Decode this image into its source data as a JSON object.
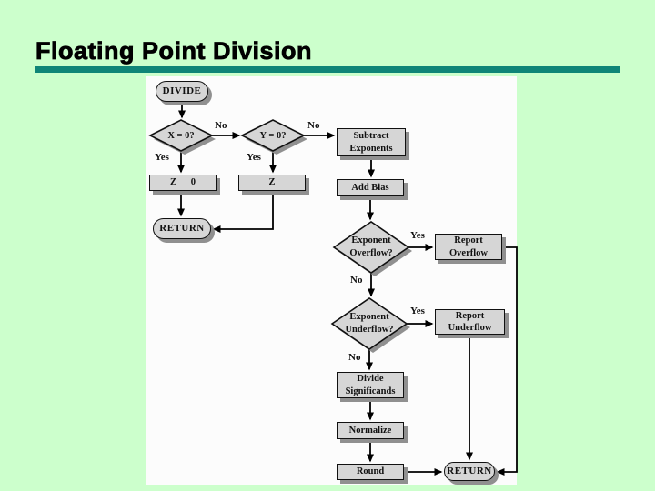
{
  "slide": {
    "title": "Floating Point Division"
  },
  "colors": {
    "background": "#ccffcc",
    "accent_bar": "#0f8577",
    "canvas": "#fcfcfc",
    "node_fill": "#d6d6d6",
    "node_border": "#111111",
    "node_shadow": "#909090",
    "connector": "#000000"
  },
  "flowchart": {
    "nodes": {
      "start": {
        "label": "DIVIDE"
      },
      "x_check": {
        "label": "X = 0?"
      },
      "y_check": {
        "label": "Y = 0?"
      },
      "z_zero": {
        "label": "Z      0"
      },
      "z_inf": {
        "label": "Z"
      },
      "return_left": {
        "label": "RETURN"
      },
      "subtract_exponents": {
        "label": "Subtract Exponents"
      },
      "add_bias": {
        "label": "Add Bias"
      },
      "exponent_overflow": {
        "label": "Exponent Overflow?"
      },
      "report_overflow": {
        "label": "Report Overflow"
      },
      "exponent_underflow": {
        "label": "Exponent Underflow?"
      },
      "report_underflow": {
        "label": "Report Underflow"
      },
      "divide_significands": {
        "label": "Divide Significands"
      },
      "normalize": {
        "label": "Normalize"
      },
      "round": {
        "label": "Round"
      },
      "return_right": {
        "label": "RETURN"
      }
    },
    "edge_labels": {
      "x_no": "No",
      "x_yes": "Yes",
      "y_no": "No",
      "y_yes": "Yes",
      "overflow_yes": "Yes",
      "overflow_no": "No",
      "underflow_yes": "Yes",
      "underflow_no": "No"
    }
  }
}
